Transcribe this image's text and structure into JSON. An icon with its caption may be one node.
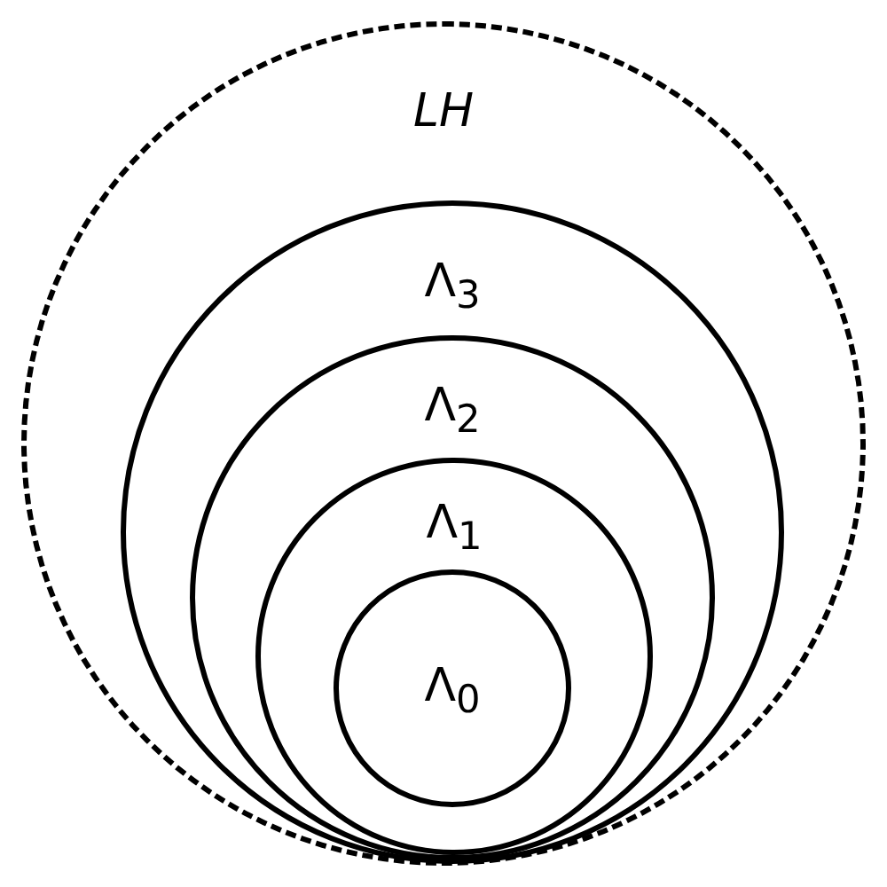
{
  "diagram": {
    "nodes": [
      {
        "text": [
          "LH"
        ]
      },
      {
        "text": [
          "Λ$_{3}$"
        ],
        "in": 0
      },
      {
        "text": [
          "Λ$_{2}$"
        ],
        "in": 1
      },
      {
        "text": [
          "Λ$_{1}$"
        ],
        "in": 2
      },
      {
        "text": [
          "Λ$_{0}$"
        ],
        "in": 3
      }
    ]
  }
}
